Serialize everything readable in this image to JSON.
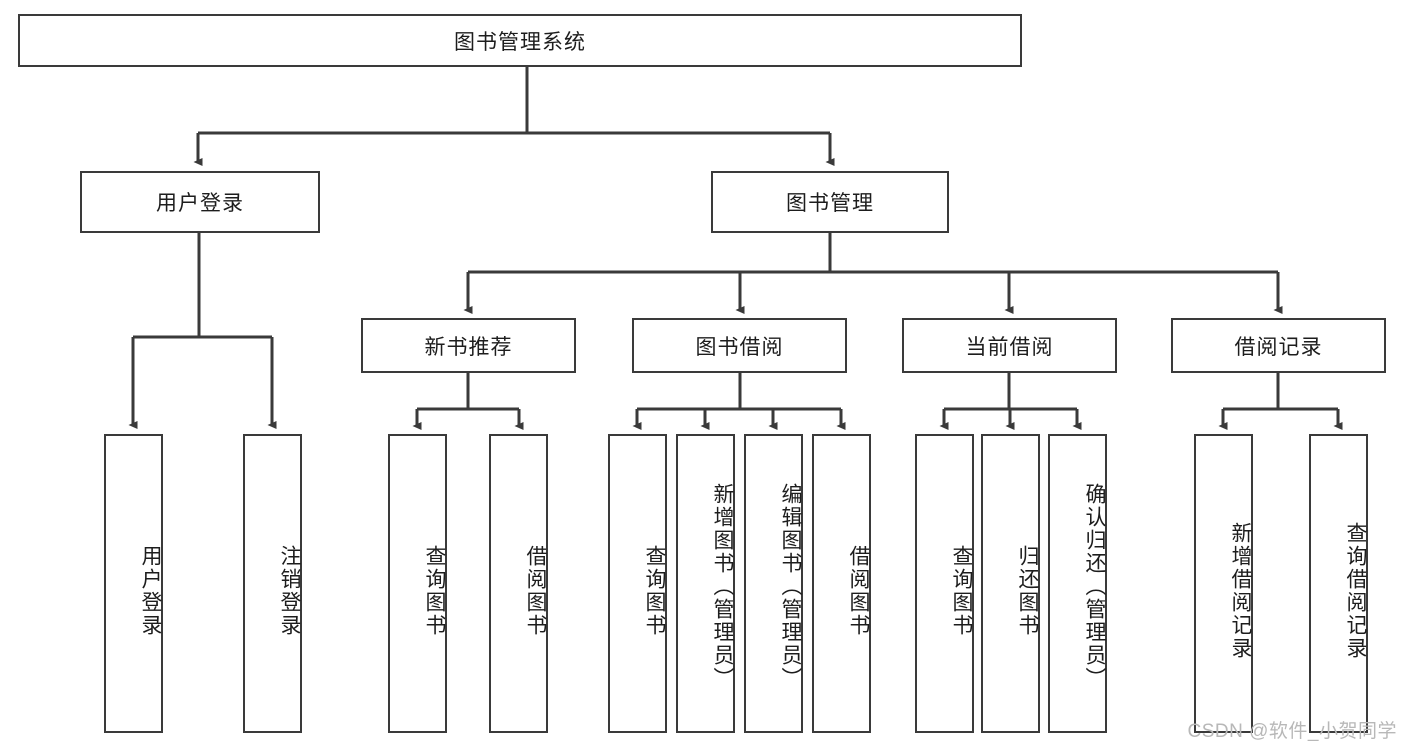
{
  "diagram": {
    "title": "图书管理系统",
    "type": "hierarchy-tree",
    "root": {
      "id": "root",
      "label": "图书管理系统"
    },
    "level2": [
      {
        "id": "user-login",
        "label": "用户登录"
      },
      {
        "id": "book-manage",
        "label": "图书管理"
      }
    ],
    "level3": [
      {
        "id": "new-book-rec",
        "label": "新书推荐"
      },
      {
        "id": "book-borrow",
        "label": "图书借阅"
      },
      {
        "id": "current-borrow",
        "label": "当前借阅"
      },
      {
        "id": "borrow-record",
        "label": "借阅记录"
      }
    ],
    "leaves": {
      "user_login": [
        {
          "id": "leaf-user-login",
          "label": "用户登录"
        },
        {
          "id": "leaf-user-logout",
          "label": "注销登录"
        }
      ],
      "new_book_rec": [
        {
          "id": "leaf-query-book-1",
          "label": "查询图书"
        },
        {
          "id": "leaf-borrow-book-1",
          "label": "借阅图书"
        }
      ],
      "book_borrow": [
        {
          "id": "leaf-query-book-2",
          "label": "查询图书"
        },
        {
          "id": "leaf-add-book",
          "label": "新增图书（管理员）"
        },
        {
          "id": "leaf-edit-book",
          "label": "编辑图书（管理员）"
        },
        {
          "id": "leaf-borrow-book-2",
          "label": "借阅图书"
        }
      ],
      "current_borrow": [
        {
          "id": "leaf-query-book-3",
          "label": "查询图书"
        },
        {
          "id": "leaf-return-book",
          "label": "归还图书"
        },
        {
          "id": "leaf-confirm-return",
          "label": "确认归还（管理员）"
        }
      ],
      "borrow_record": [
        {
          "id": "leaf-add-record",
          "label": "新增借阅记录"
        },
        {
          "id": "leaf-query-record",
          "label": "查询借阅记录"
        }
      ]
    },
    "watermark": "CSDN @软件_小贺同学",
    "colors": {
      "stroke": "#3a3a3a",
      "fill": "#ffffff",
      "text": "#1d1d1d",
      "watermark": "#b8b8b8"
    }
  }
}
